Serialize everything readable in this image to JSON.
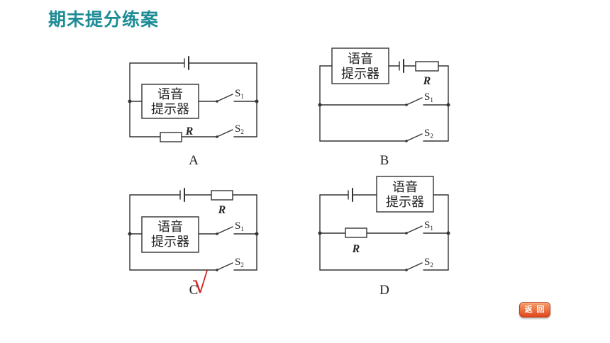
{
  "header": {
    "title": "期末提分练案"
  },
  "nav": {
    "back_label": "返 回"
  },
  "circuit_labels": {
    "speaker_line1": "语音",
    "speaker_line2": "提示器",
    "resistor": "R",
    "switch1": "S",
    "switch1_sub": "1",
    "switch2": "S",
    "switch2_sub": "2"
  },
  "options": [
    {
      "letter": "A"
    },
    {
      "letter": "B"
    },
    {
      "letter": "C",
      "marked_correct": true
    },
    {
      "letter": "D"
    }
  ],
  "answer_mark": "√",
  "colors": {
    "title": "#1e8c96",
    "wire": "#333333",
    "check": "#d42020",
    "button": "#e0461e"
  }
}
